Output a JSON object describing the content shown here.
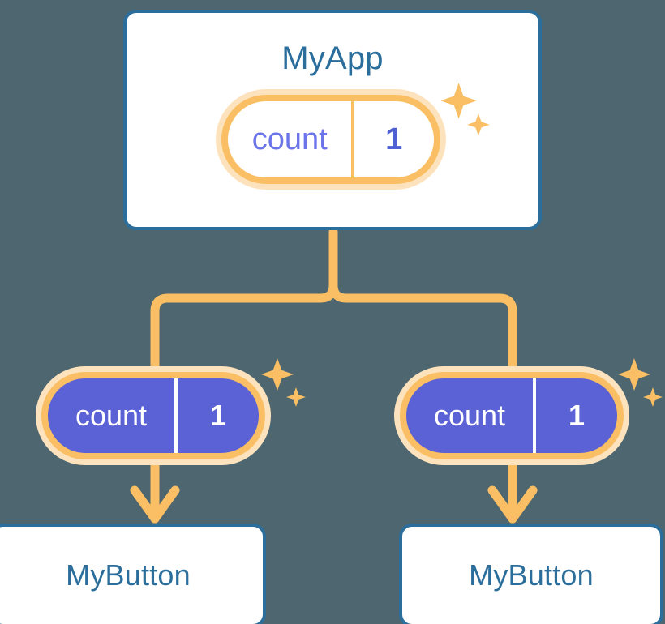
{
  "diagram": {
    "title": "MyApp",
    "background_color": "#4d666f",
    "accent_blue": "#2b6e9c",
    "accent_orange": "#fabf64",
    "accent_orange_light": "#fde3bd",
    "accent_purple": "#5b62d6",
    "accent_purple_text": "#6b74e8"
  },
  "root": {
    "label": "MyApp",
    "state": {
      "key": "count",
      "value": "1",
      "sparkle_large": "sparkle-icon",
      "sparkle_small": "sparkle-icon"
    }
  },
  "children": [
    {
      "prop": {
        "key": "count",
        "value": "1"
      },
      "label": "MyButton"
    },
    {
      "prop": {
        "key": "count",
        "value": "1"
      },
      "label": "MyButton"
    }
  ]
}
